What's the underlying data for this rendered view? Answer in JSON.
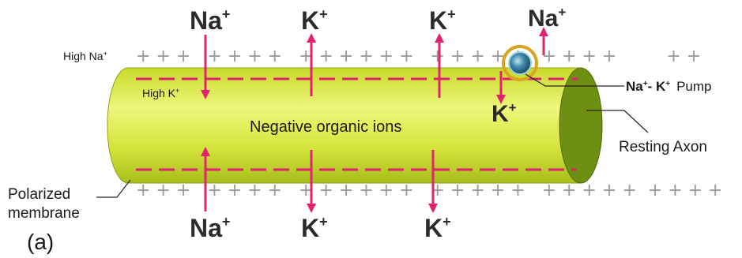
{
  "ions": {
    "top": [
      {
        "symbol": "Na",
        "charge": "+",
        "direction": "in"
      },
      {
        "symbol": "K",
        "charge": "+",
        "direction": "out"
      },
      {
        "symbol": "K",
        "charge": "+",
        "direction": "out"
      },
      {
        "symbol": "Na",
        "charge": "+",
        "direction": "out"
      }
    ],
    "bottom": [
      {
        "symbol": "Na",
        "charge": "+",
        "direction": "in"
      },
      {
        "symbol": "K",
        "charge": "+",
        "direction": "out"
      },
      {
        "symbol": "K",
        "charge": "+",
        "direction": "out"
      }
    ],
    "pump_k": {
      "symbol": "K",
      "charge": "+",
      "direction": "in"
    }
  },
  "labels": {
    "high_na": "High Na",
    "high_na_sup": "+",
    "high_k": "High K",
    "high_k_sup": "+",
    "center": "Negative organic ions",
    "pump_na": "Na",
    "pump_na_sup": "+",
    "pump_sep": "- K",
    "pump_k_sup": "+",
    "pump_word": "Pump",
    "axon": "Resting Axon",
    "membrane_line1": "Polarized",
    "membrane_line2": "membrane",
    "panel": "(a)"
  },
  "charges": {
    "top_row": "+ + +   + + + +   + + + + + +   + + + + +   + + + +         + +",
    "bottom_row": "+ + +   + + + +   + + + + + +   + + + + +   + + + + +  + + + +"
  },
  "colors": {
    "axon_fill": "#d4e33a",
    "axon_highlight": "#eef77a",
    "axon_end": "#6d8f12",
    "membrane_dash": "#e0226f",
    "arrow": "#e0226f",
    "pump_ring": "#d9a520",
    "pump_core": "#3d86a6"
  }
}
